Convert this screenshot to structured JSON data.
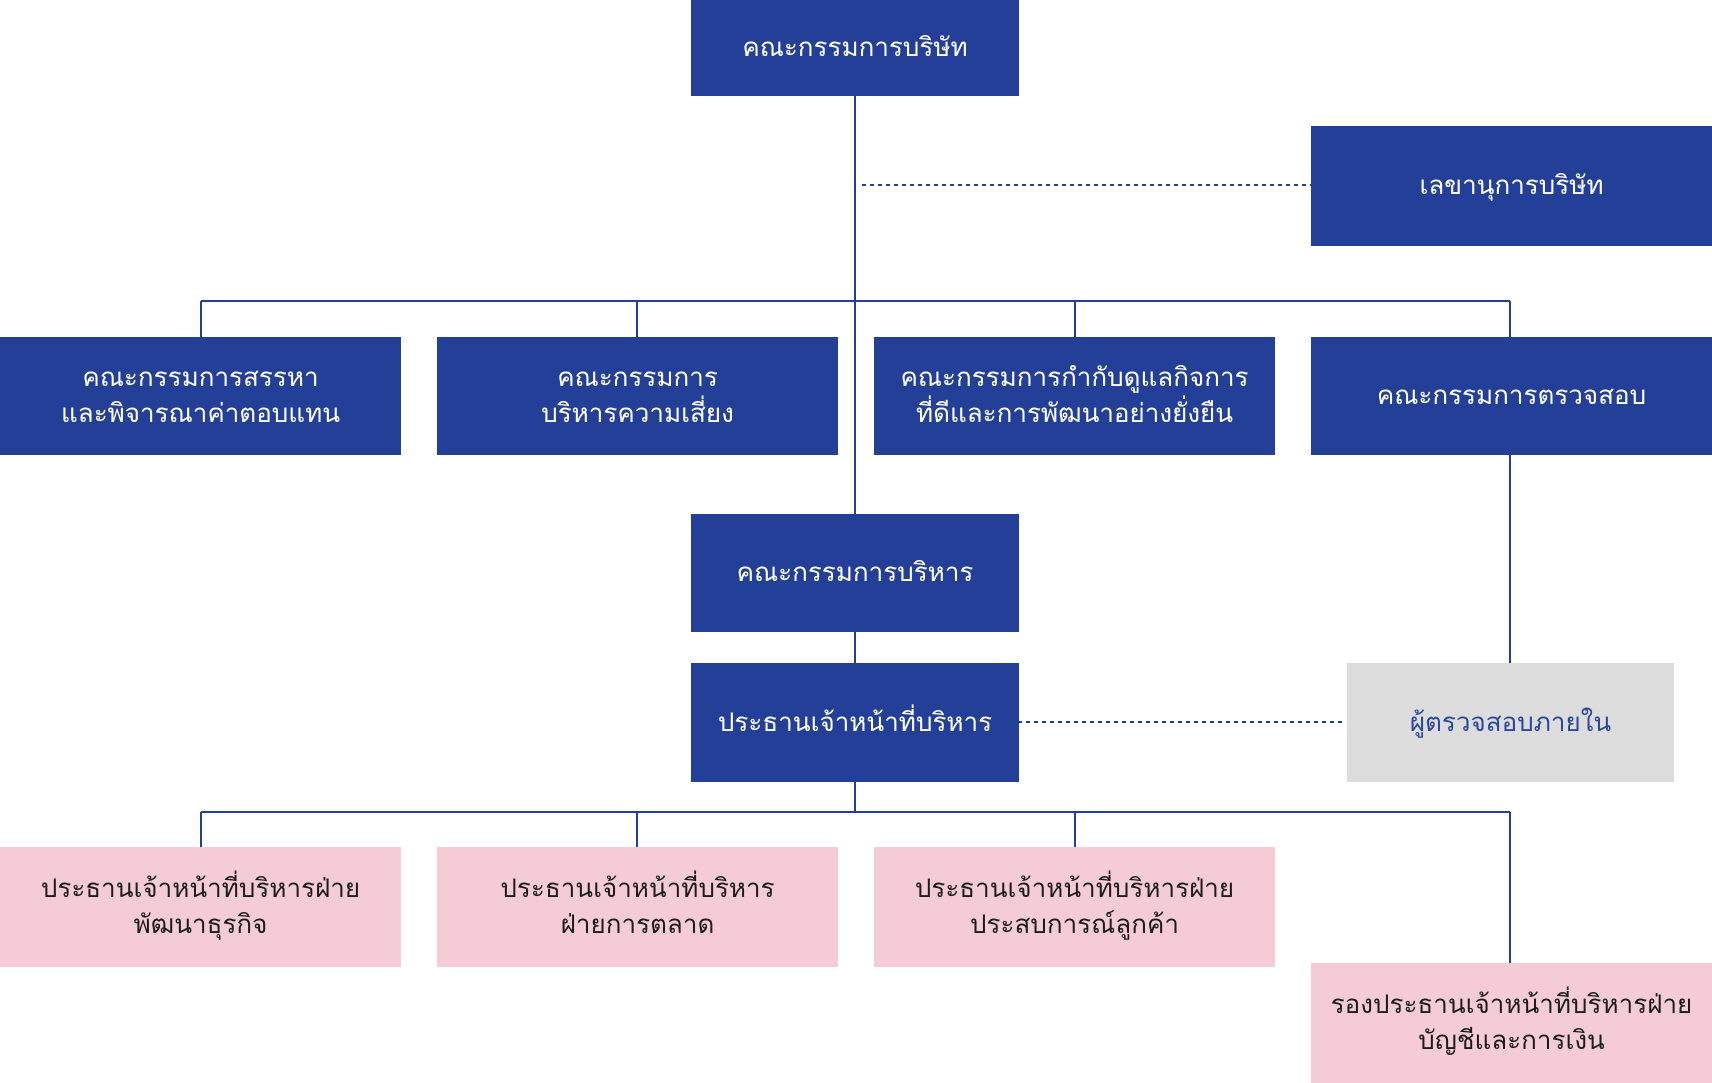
{
  "colors": {
    "board_box": "#233f97",
    "staff_box": "#f5ccd6",
    "audit_box": "#dcdcdc",
    "line": "#233f97"
  },
  "nodes": {
    "board": "คณะกรรมการบริษัท",
    "secretary": "เลขานุการบริษัท",
    "nomination_committee": "คณะกรรมการสรรหา\nและพิจารณาค่าตอบแทน",
    "risk_committee": "คณะกรรมการ\nบริหารความเสี่ยง",
    "governance_committee": "คณะกรรมการกำกับดูแลกิจการ\nที่ดีและการพัฒนาอย่างยั่งยืน",
    "audit_committee": "คณะกรรมการตรวจสอบ",
    "executive_committee": "คณะกรรมการบริหาร",
    "ceo": "ประธานเจ้าหน้าที่บริหาร",
    "internal_auditor": "ผู้ตรวจสอบภายใน",
    "cbdo": "ประธานเจ้าหน้าที่บริหารฝ่าย\nพัฒนาธุรกิจ",
    "cmo": "ประธานเจ้าหน้าที่บริหาร\nฝ่ายการตลาด",
    "cxo": "ประธานเจ้าหน้าที่บริหารฝ่าย\nประสบการณ์ลูกค้า",
    "deputy_cfo": "รองประธานเจ้าหน้าที่บริหารฝ่าย\nบัญชีและการเงิน"
  }
}
